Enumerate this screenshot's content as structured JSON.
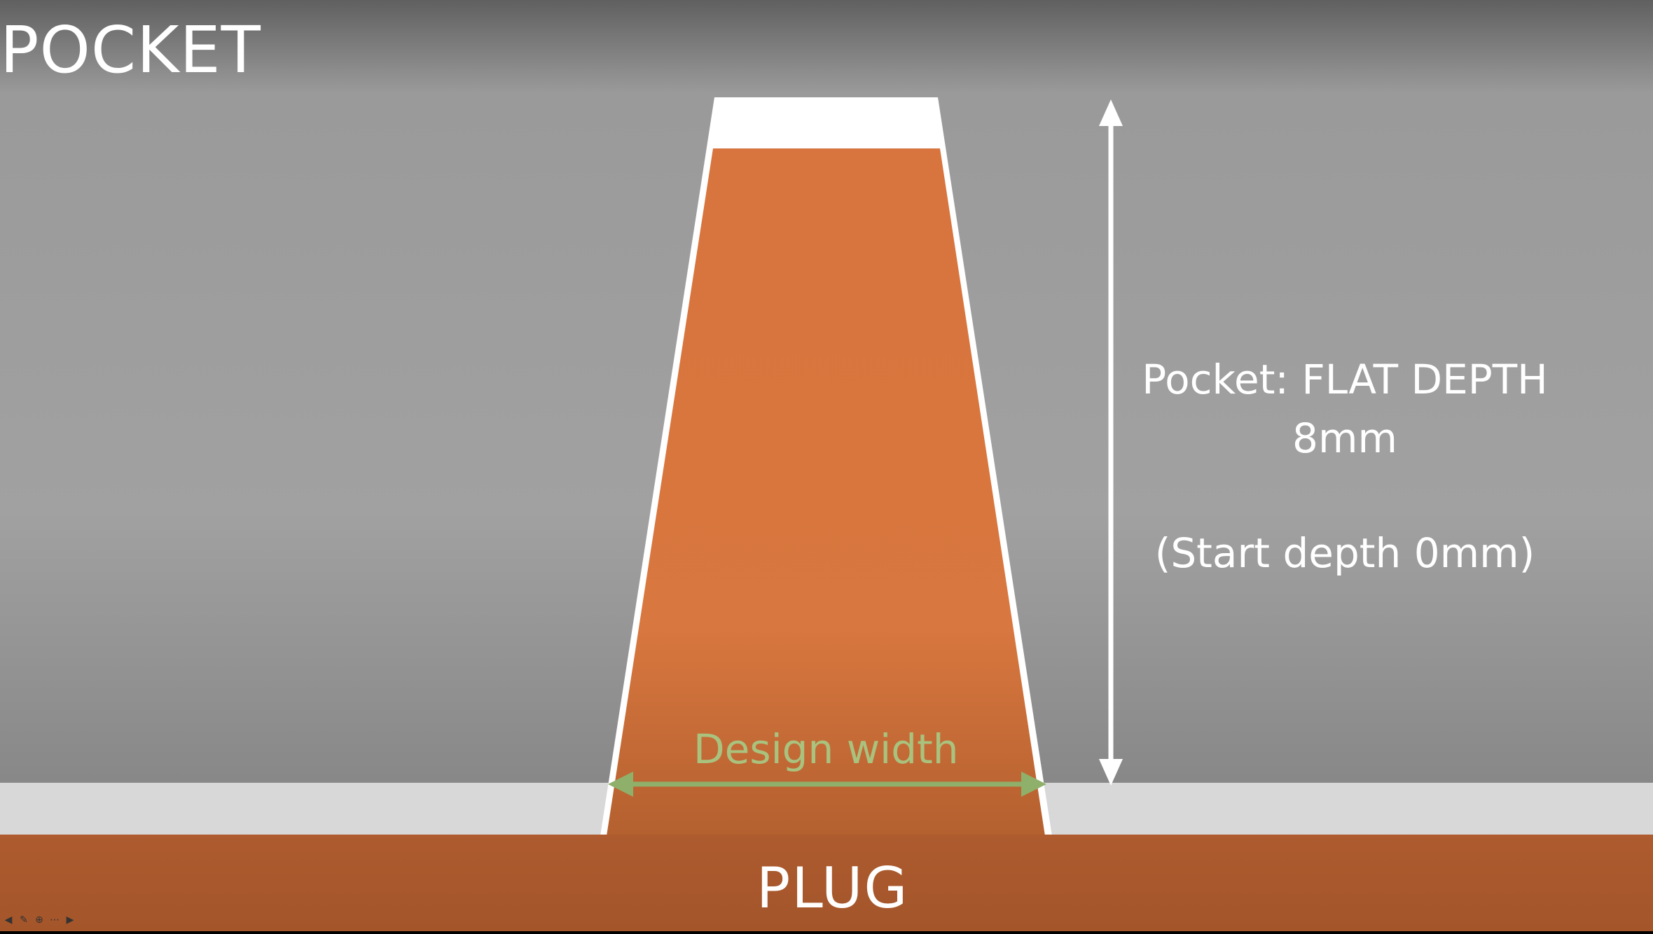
{
  "diagram": {
    "title": "POCKET",
    "bottom_label": "PLUG",
    "width_label": "Design width",
    "depth_label": {
      "line1": "Pocket: FLAT DEPTH",
      "line2": "8mm",
      "line3": "(Start depth 0mm)"
    }
  },
  "colors": {
    "pocket_gray_top": "#5f5f5f",
    "pocket_gray_mid": "#a0a0a0",
    "surface_white": "#d9d9d9",
    "plug_orange": "#d9753b",
    "plug_base": "#ab5a2f",
    "design_width_green": "#8fb06a",
    "arrow_white": "#ffffff"
  },
  "toolbar": {
    "icons": [
      "back-arrow-icon",
      "pen-icon",
      "zoom-icon",
      "options-icon",
      "forward-arrow-icon"
    ]
  }
}
